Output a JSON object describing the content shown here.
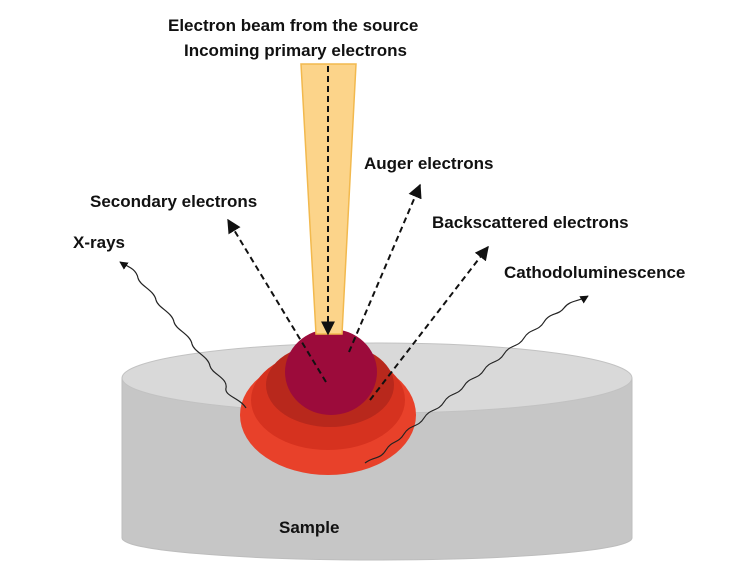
{
  "labels": {
    "beam_line1": "Electron beam from the source",
    "beam_line2": "Incoming primary electrons",
    "auger": "Auger electrons",
    "secondary": "Secondary electrons",
    "backscattered": "Backscattered electrons",
    "xrays": "X-rays",
    "cathodoluminescence": "Cathodoluminescence",
    "sample": "Sample"
  },
  "colors": {
    "beam_fill": "#fcd48a",
    "beam_stroke": "#f2b94e",
    "sample_side": "#c6c6c6",
    "sample_top": "#d9d9d9",
    "zone_outer": "#e8412a",
    "zone_second": "#d6321f",
    "zone_third": "#b8281c",
    "zone_core": "#9c0b3b"
  }
}
